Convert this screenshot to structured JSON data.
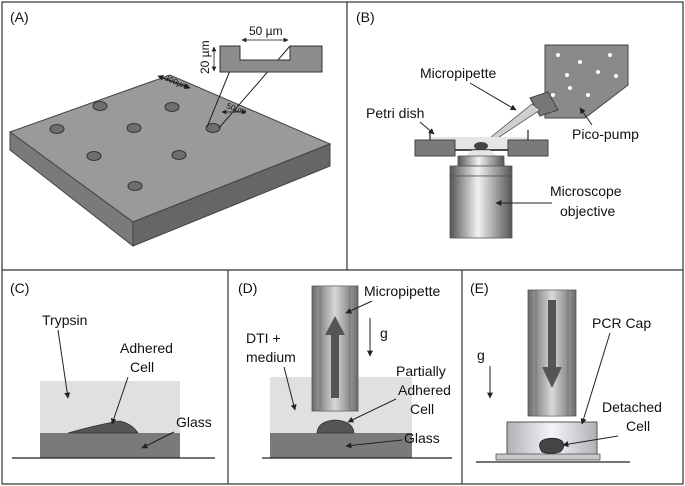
{
  "panels": {
    "A": {
      "tag": "(A)",
      "width_label": "50 µm",
      "height_label": "20 µm",
      "spacing_label": "300µm",
      "well_label": "50µm"
    },
    "B": {
      "tag": "(B)",
      "micropipette": "Micropipette",
      "petri_dish": "Petri dish",
      "pico_pump": "Pico-pump",
      "objective_line1": "Microscope",
      "objective_line2": "objective"
    },
    "C": {
      "tag": "(C)",
      "trypsin": "Trypsin",
      "cell_line1": "Adhered",
      "cell_line2": "Cell",
      "glass": "Glass"
    },
    "D": {
      "tag": "(D)",
      "micropipette": "Micropipette",
      "medium_line1": "DTI +",
      "medium_line2": "medium",
      "gravity": "g",
      "cell_line1": "Partially",
      "cell_line2": "Adhered",
      "cell_line3": "Cell",
      "glass": "Glass"
    },
    "E": {
      "tag": "(E)",
      "gravity": "g",
      "pcr_cap": "PCR Cap",
      "cell_line1": "Detached",
      "cell_line2": "Cell"
    }
  },
  "colors": {
    "border": "#333333",
    "slab_top": "#9a9a9a",
    "slab_side": "#707070",
    "liquid": "#dcdcdc",
    "glass": "#7a7a7a",
    "cell": "#555555"
  }
}
